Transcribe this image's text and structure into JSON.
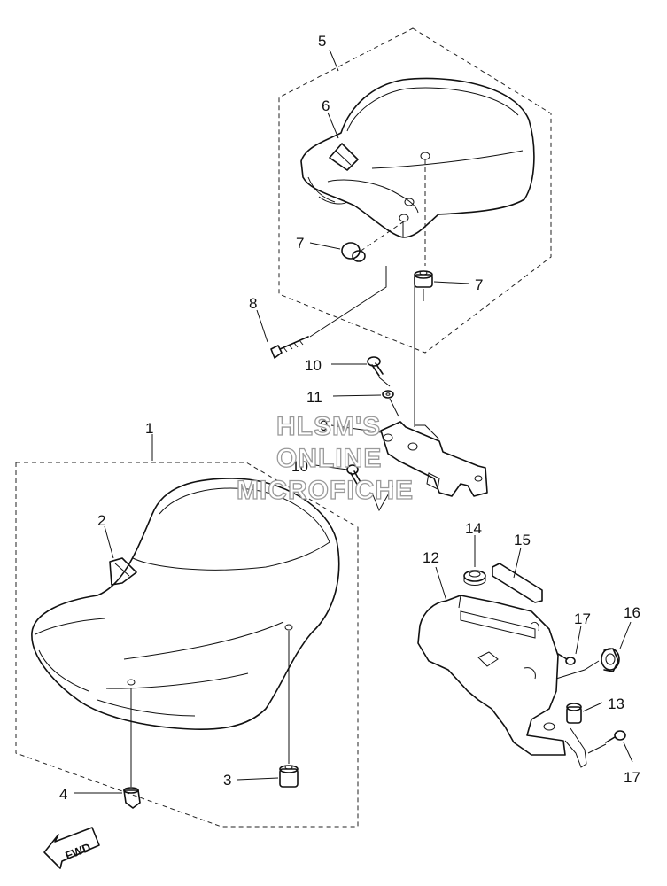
{
  "callouts": {
    "c1": "1",
    "c2": "2",
    "c3": "3",
    "c4": "4",
    "c5": "5",
    "c6": "6",
    "c7a": "7",
    "c7b": "7",
    "c8": "8",
    "c9": "9",
    "c10a": "10",
    "c10b": "10",
    "c11": "11",
    "c12": "12",
    "c13": "13",
    "c14": "14",
    "c15": "15",
    "c16": "16",
    "c17a": "17",
    "c17b": "17"
  },
  "watermark": {
    "line1": "HLSM'S",
    "line2": "ONLINE",
    "line3": "MICROFICHE"
  },
  "fwd_label": "FWD"
}
